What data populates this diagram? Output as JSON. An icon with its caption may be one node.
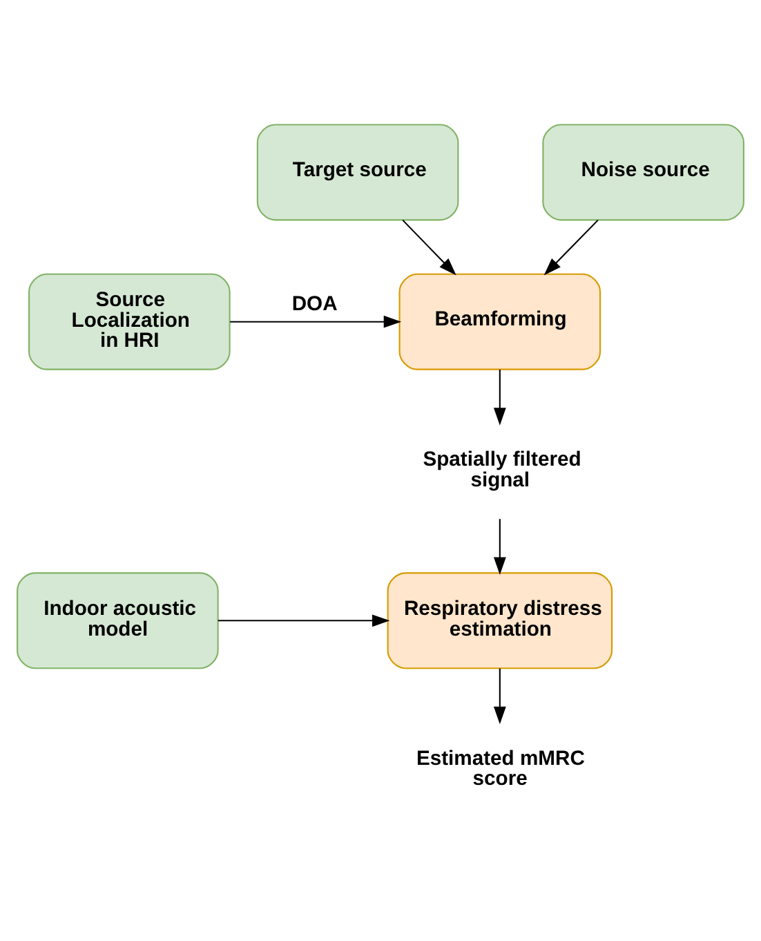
{
  "diagram": {
    "nodes": [
      {
        "text": [
          "Target source"
        ]
      },
      {
        "text": [
          "Noise source"
        ]
      },
      {
        "text": [
          "Source Localization in HRI"
        ]
      },
      {
        "text": [
          "Beamforming"
        ]
      },
      {
        "text": [
          "Spatially filtered signal"
        ]
      },
      {
        "text": [
          "Indoor acoustic model"
        ]
      },
      {
        "text": [
          "Respiratory distress estimation"
        ]
      },
      {
        "text": [
          "Estimated mMRC score"
        ]
      }
    ],
    "edges": [
      {
        "from": 0,
        "to": 3,
        "arrow": "to"
      },
      {
        "from": 1,
        "to": 3,
        "arrow": "to"
      },
      {
        "from": 2,
        "to": 3,
        "arrow": "to",
        "label": "DOA"
      },
      {
        "from": 3,
        "to": 4,
        "arrow": "to"
      },
      {
        "from": 4,
        "to": 6,
        "arrow": "to"
      },
      {
        "from": 5,
        "to": 6,
        "arrow": "to"
      },
      {
        "from": 6,
        "to": 7,
        "arrow": "to"
      }
    ]
  }
}
